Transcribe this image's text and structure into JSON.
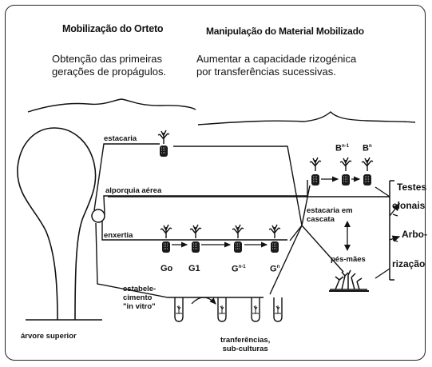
{
  "diagram": {
    "header_left": "Mobilização do Orteto",
    "header_right": "Manipulação do Material Mobilizado",
    "subtitle_left": "Obtenção das primeiras\ngerações de propágulos.",
    "subtitle_right": "Aumentar a capacidade rizogénica\npor transferências sucessivas.",
    "labels": {
      "estacaria": "estacaria",
      "alporquia": "alporquia aérea",
      "enxertia": "enxertia",
      "estabelecimento": "estabele-\ncimento\n\"in vitro\"",
      "arvore": "árvore superior",
      "transferencias": "tranferências,\nsub-culturas",
      "estacaria_cascata": "estacaria em\ncascata",
      "pes_maes": "pés-mães",
      "testes": "Testes",
      "clonais": "clonais",
      "arbo": "Arbo-",
      "rizacao": "rização"
    },
    "generations": {
      "go": "Go",
      "g1": "G1",
      "gn1": "G",
      "gn1_sup": "n-1",
      "gn": "G",
      "gn_sup": "n",
      "b_n1": "B",
      "b_n1_sup": "n-1",
      "b_n": "B",
      "b_n_sup": "n"
    }
  }
}
